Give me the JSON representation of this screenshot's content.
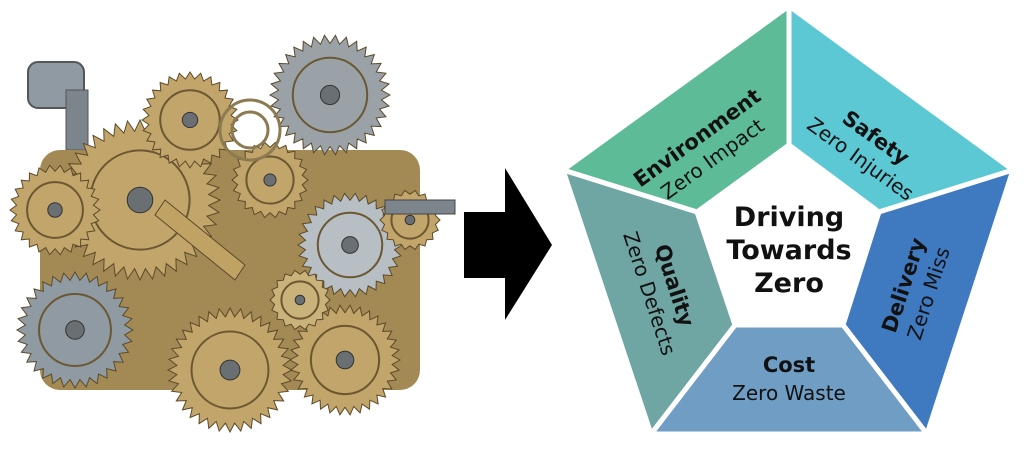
{
  "colors": {
    "background": "#ffffff",
    "environment": "#5dbb97",
    "safety": "#5cc8d4",
    "delivery": "#3f79c0",
    "cost": "#6f9dc4",
    "quality": "#6fa5a3",
    "border": "#ffffff",
    "arrow": "#000000",
    "brass": "#c2a56a",
    "steel": "#8f9aa3"
  },
  "icons": {
    "machine": "gears-clockwork-icon",
    "arrow": "right-arrow-icon"
  },
  "center": {
    "lines": [
      "Driving",
      "Towards",
      "Zero"
    ]
  },
  "segments": {
    "environment": {
      "title": "Environment",
      "subtitle": "Zero Impact"
    },
    "safety": {
      "title": "Safety",
      "subtitle": "Zero Injuries"
    },
    "delivery": {
      "title": "Delivery",
      "subtitle": "Zero Miss"
    },
    "cost": {
      "title": "Cost",
      "subtitle": "Zero Waste"
    },
    "quality": {
      "title": "Quality",
      "subtitle": "Zero Defects"
    }
  }
}
